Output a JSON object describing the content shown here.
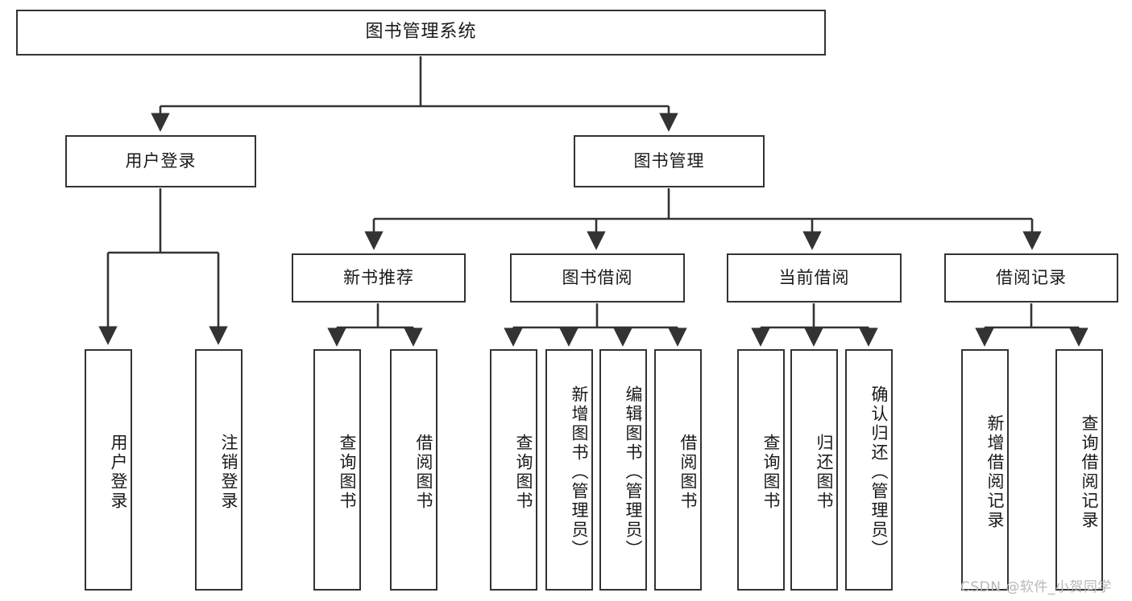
{
  "diagram": {
    "title": "图书管理系统",
    "type": "tree-hierarchy-diagram",
    "theme": {
      "background": "#ffffff",
      "stroke": "#333333",
      "text": "#1a1a1a",
      "watermark": "#b8b8b8"
    },
    "root": {
      "label": "图书管理系统"
    },
    "level2": [
      {
        "label": "用户登录"
      },
      {
        "label": "图书管理"
      }
    ],
    "level3": [
      {
        "label": "新书推荐"
      },
      {
        "label": "图书借阅"
      },
      {
        "label": "当前借阅"
      },
      {
        "label": "借阅记录"
      }
    ],
    "leaves": {
      "user_login": [
        {
          "label": "用户登录"
        },
        {
          "label": "注销登录"
        }
      ],
      "new_book_recommend": [
        {
          "label": "查询图书"
        },
        {
          "label": "借阅图书"
        }
      ],
      "book_borrow": [
        {
          "label": "查询图书"
        },
        {
          "label": "新增图书（管理员）"
        },
        {
          "label": "编辑图书（管理员）"
        },
        {
          "label": "借阅图书"
        }
      ],
      "current_borrow": [
        {
          "label": "查询图书"
        },
        {
          "label": "归还图书"
        },
        {
          "label": "确认归还（管理员）"
        }
      ],
      "borrow_records": [
        {
          "label": "新增借阅记录"
        },
        {
          "label": "查询借阅记录"
        }
      ]
    }
  },
  "watermark": {
    "text": "CSDN @软件_小贺同学"
  }
}
